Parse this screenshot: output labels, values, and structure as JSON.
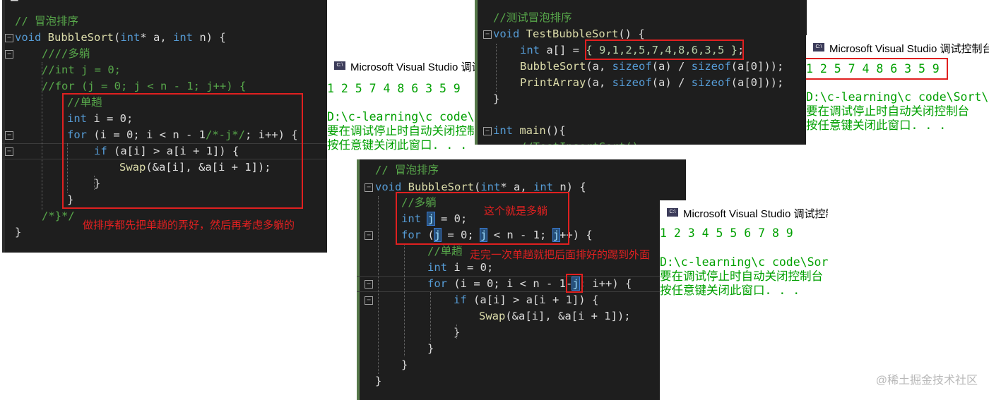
{
  "panel1": {
    "header_comment": "// 冒泡排序",
    "sig_void": "void",
    "sig_name": "BubbleSort",
    "sig_int1": "int",
    "sig_mid": "* a, ",
    "sig_int2": "int",
    "sig_end": " n) {",
    "l3": "////多躺",
    "l4": "//int j = 0;",
    "l5": "//for (j = 0; j < n - 1; j++) {",
    "l6": "//单趟",
    "l7_kw": "int",
    "l7_rest": " i = 0;",
    "l8_kw": "for",
    "l8_a": " (i = 0; i < n - 1",
    "l8_cm": "/*-j*/",
    "l8_b": "; i++) {",
    "l9_kw": "if",
    "l9_rest": " (a[i] > a[i + 1]) {",
    "l10_fn": "Swap",
    "l10_rest": "(&a[i], &a[i + 1]);",
    "l11": "}",
    "l12": "}",
    "l13": "/*}*/",
    "l14": "}",
    "annotation": "做排序都先把单趟的弄好，然后再考虑多躺的"
  },
  "console1": {
    "title": "Microsoft Visual Studio 调试控制台",
    "output": "1 2 5 7 4 8 6 3 5 9",
    "path": "D:\\c-learning\\c code\\Sort\\",
    "msg1": "要在调试停止时自动关闭控制台",
    "msg2": "按任意键关闭此窗口. . ."
  },
  "panel2": {
    "l1": "//测试冒泡排序",
    "l2_kw": "void",
    "l2_fn": "TestBubbleSort",
    "l2_rest": "() {",
    "l3_kw": "int",
    "l3_a": " a[] = ",
    "l3_arr": "{ 9,1,2,5,7,4,8,6,3,5 }",
    "l3_end": ";",
    "l4_fn": "BubbleSort",
    "l4_a": "(a, ",
    "l4_kw1": "sizeof",
    "l4_b": "(a) / ",
    "l4_kw2": "sizeof",
    "l4_c": "(a[0]));",
    "l5_fn": "PrintArray",
    "l5_a": "(a, ",
    "l5_kw1": "sizeof",
    "l5_b": "(a) / ",
    "l5_kw2": "sizeof",
    "l5_c": "(a[0]));",
    "l6": "}",
    "l8_kw": "int",
    "l8_fn": "main",
    "l8_rest": "(){",
    "l9": "//TestInsertSort()"
  },
  "console2": {
    "title": "Microsoft Visual Studio 调试控制台",
    "output": "1 2 5 7 4 8 6 3 5 9",
    "path": "D:\\c-learning\\c code\\Sort\\",
    "msg1": "要在调试停止时自动关闭控制台",
    "msg2": "按任意键关闭此窗口. . ."
  },
  "panel3": {
    "l1": "// 冒泡排序",
    "sig_void": "void",
    "sig_name": "BubbleSort",
    "sig_int1": "int",
    "sig_mid": "* a, ",
    "sig_int2": "int",
    "sig_end": " n) {",
    "l3": "//多躺",
    "l4_kw": "int",
    "l4_j": "j",
    "l4_rest": " = 0;",
    "l5_kw": "for",
    "l5_a": " (",
    "l5_j1": "j",
    "l5_b": " = 0; ",
    "l5_j2": "j",
    "l5_c": " < n - 1; ",
    "l5_j3": "j",
    "l5_d": "++) {",
    "l6": "//单趟",
    "l7_kw": "int",
    "l7_rest": " i = 0;",
    "l8_kw": "for",
    "l8_a": " (i = 0; i < n - 1-",
    "l8_j": "j",
    "l8_b": "; i++) {",
    "l9_kw": "if",
    "l9_rest": " (a[i] > a[i + 1]) {",
    "l10_fn": "Swap",
    "l10_rest": "(&a[i], &a[i + 1]);",
    "l11": "}",
    "l12": "}",
    "l13": "}",
    "l14": "}",
    "annotation1": "这个就是多躺",
    "annotation2": "走完一次单趟就把后面排好的踢到外面"
  },
  "console3": {
    "title": "Microsoft Visual Studio 调试控制台",
    "output": "1 2 3 4 5 5 6 7 8 9",
    "path": "D:\\c-learning\\c code\\Sort\\",
    "msg1": "要在调试停止时自动关闭控制台",
    "msg2": "按任意键关闭此窗口. . ."
  },
  "watermark": "@稀土掘金技术社区"
}
